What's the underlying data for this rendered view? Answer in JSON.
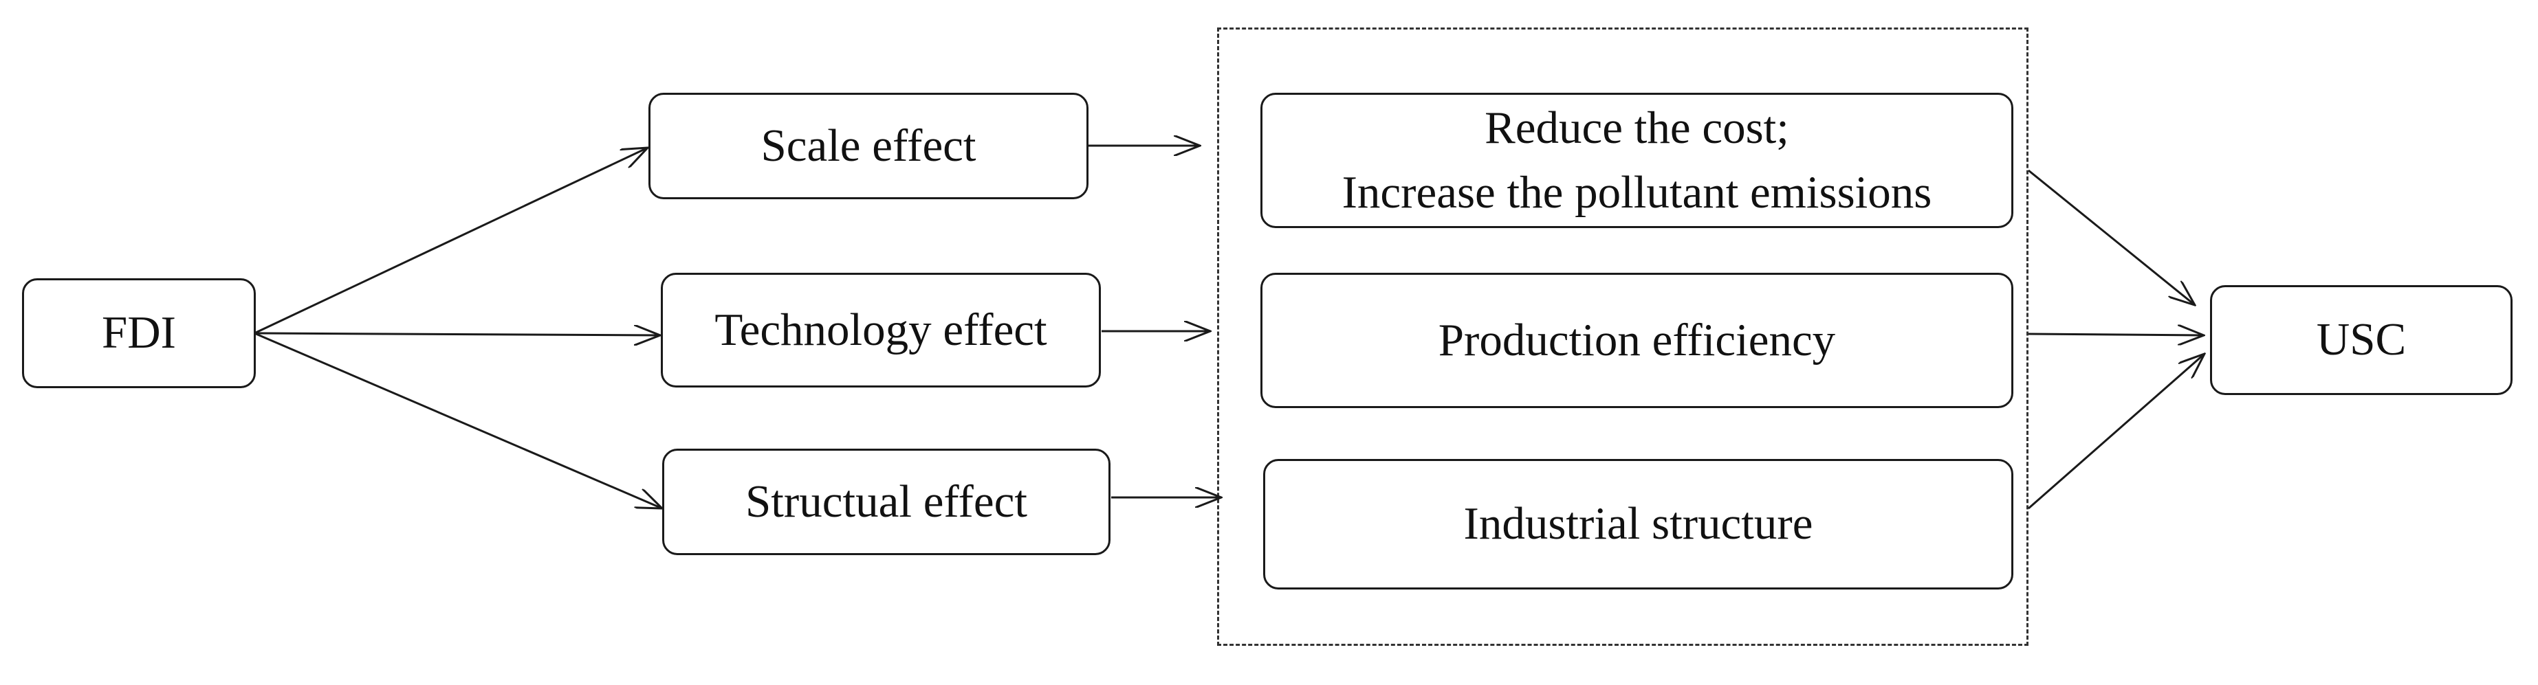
{
  "nodes": {
    "fdi": "FDI",
    "scale_effect": "Scale effect",
    "technology_effect": "Technology effect",
    "structural_effect": "Structual effect",
    "cost_emissions": {
      "line1": "Reduce the cost;",
      "line2": "Increase the pollutant emissions"
    },
    "production_efficiency": "Production efficiency",
    "industrial_structure": "Industrial structure",
    "usc": "USC"
  },
  "colors": {
    "stroke": "#1a1a1a",
    "text": "#111111",
    "background": "#ffffff"
  }
}
